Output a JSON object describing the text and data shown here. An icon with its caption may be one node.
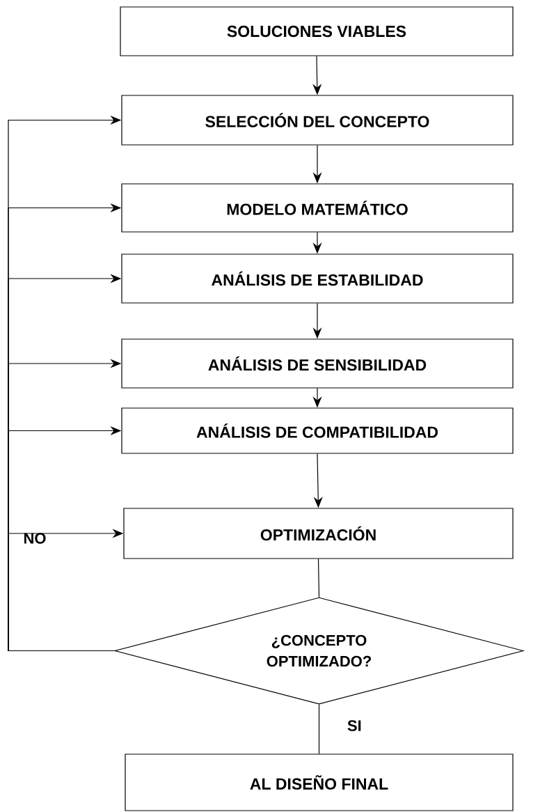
{
  "diagram": {
    "nodes": [
      {
        "text": [
          "SOLUCIONES VIABLES"
        ]
      },
      {
        "text": [
          "SELECCIÓN DEL CONCEPTO"
        ]
      },
      {
        "text": [
          "MODELO MATEMÁTICO"
        ]
      },
      {
        "text": [
          "ANÁLISIS DE ESTABILIDAD"
        ]
      },
      {
        "text": [
          "ANÁLISIS DE SENSIBILIDAD"
        ]
      },
      {
        "text": [
          "ANÁLISIS DE COMPATIBILIDAD"
        ]
      },
      {
        "text": [
          "OPTIMIZACIÓN"
        ]
      },
      {
        "text": [
          "¿CONCEPTO OPTIMIZADO?"
        ]
      },
      {
        "text": [
          "AL DISEÑO FINAL"
        ]
      }
    ],
    "edges": [
      {
        "from": 0,
        "to": 1,
        "arrow": "to"
      },
      {
        "from": 1,
        "to": 2,
        "arrow": "to"
      },
      {
        "from": 2,
        "to": 3,
        "arrow": "to"
      },
      {
        "from": 3,
        "to": 4,
        "arrow": "to"
      },
      {
        "from": 4,
        "to": 5,
        "arrow": "to"
      },
      {
        "from": 5,
        "to": 6,
        "arrow": "to"
      },
      {
        "from": 6,
        "to": 7,
        "arrow": "none"
      },
      {
        "from": 7,
        "to": 8,
        "arrow": "none",
        "label": "SI"
      },
      {
        "from": 7,
        "to": 1,
        "arrow": "to",
        "label": "NO"
      },
      {
        "from": 7,
        "to": 2,
        "arrow": "to"
      },
      {
        "from": 7,
        "to": 3,
        "arrow": "to"
      },
      {
        "from": 7,
        "to": 4,
        "arrow": "to"
      },
      {
        "from": 7,
        "to": 5,
        "arrow": "to"
      },
      {
        "from": 7,
        "to": 6,
        "arrow": "to"
      }
    ]
  }
}
